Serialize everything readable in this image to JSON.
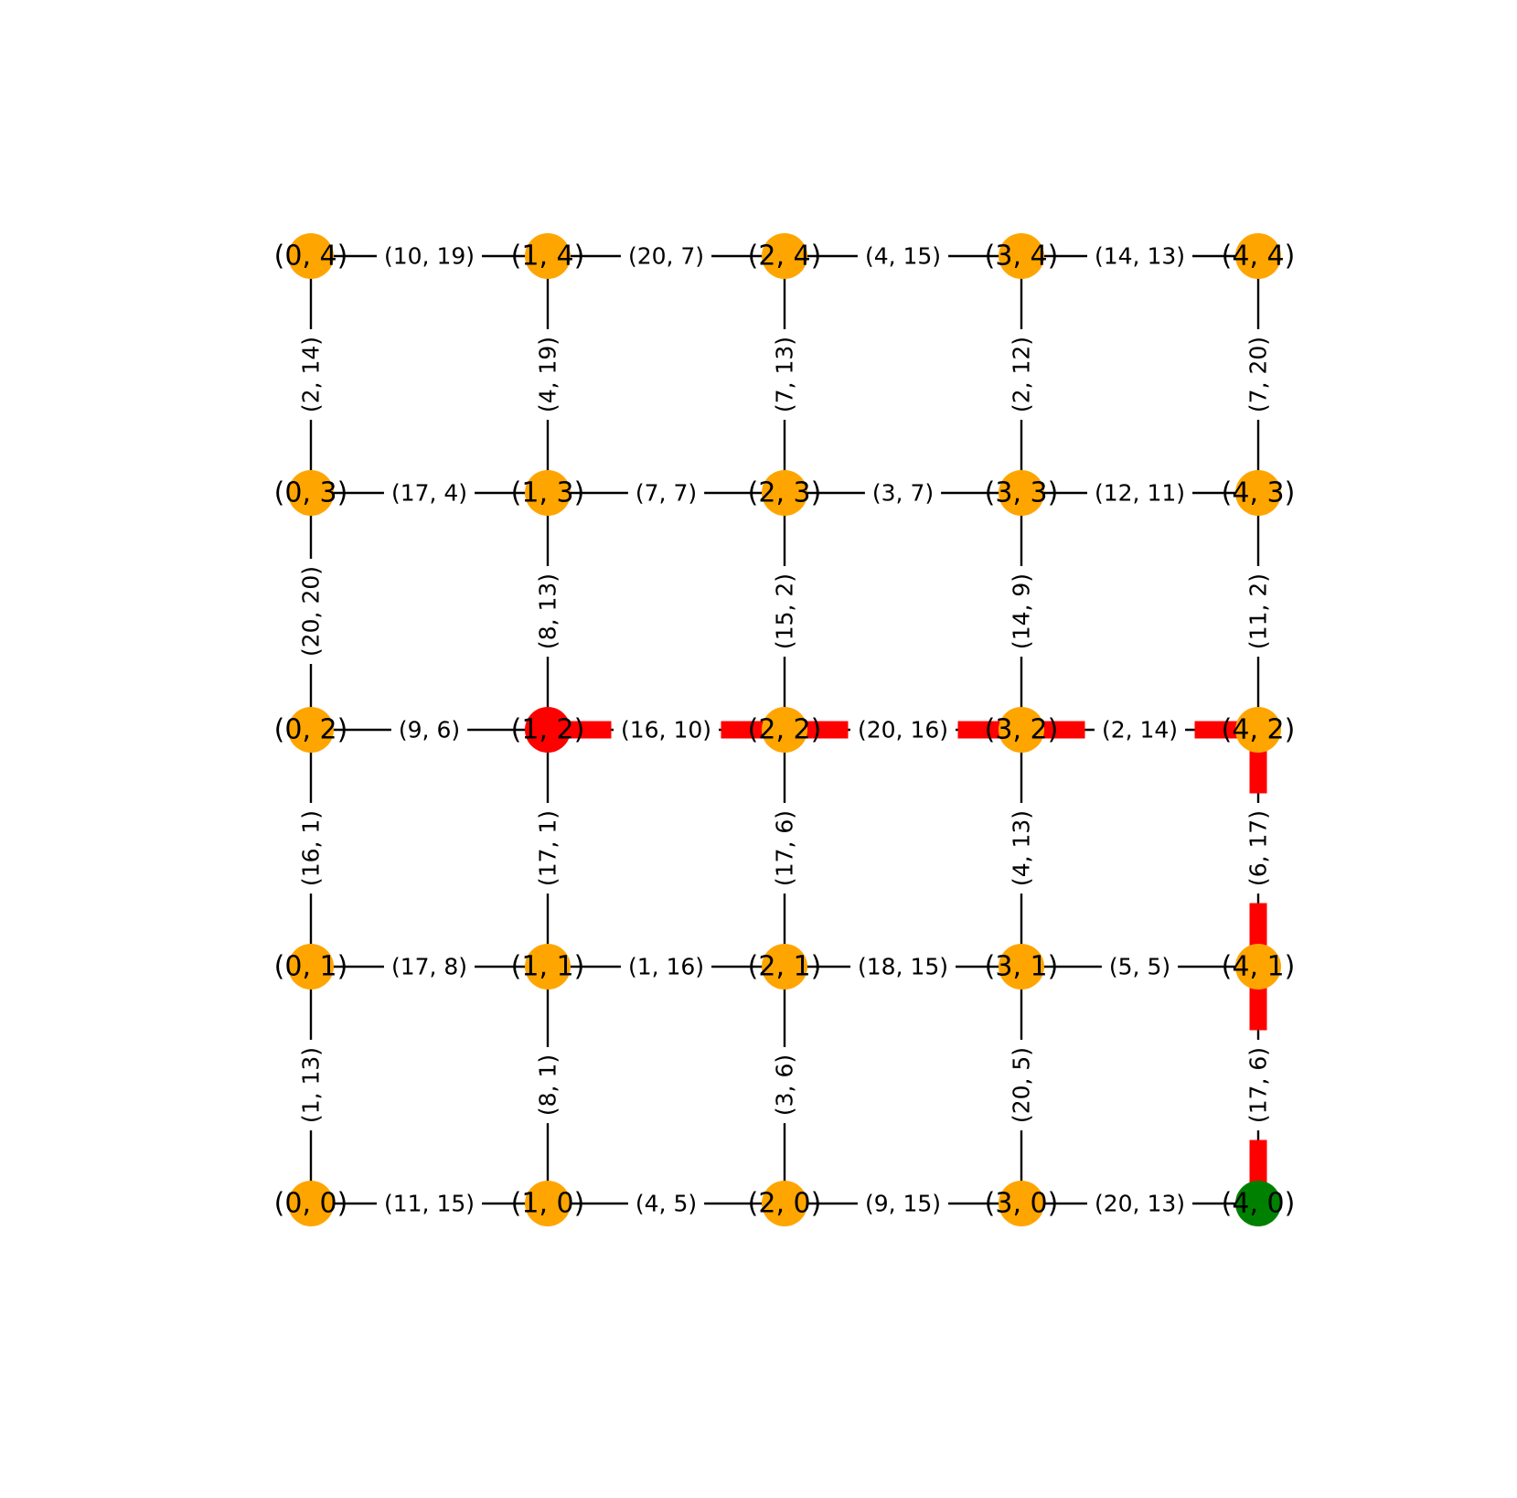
{
  "colors": {
    "node": "#FFA500",
    "start_node": "#FF0000",
    "goal_node": "#008000",
    "path": "#FF0000",
    "edge": "#000000"
  },
  "grid_size": 5,
  "nodes": [
    {
      "id": "0,0",
      "label": "(0, 0)",
      "col": 0,
      "row": 0,
      "role": "normal"
    },
    {
      "id": "1,0",
      "label": "(1, 0)",
      "col": 1,
      "row": 0,
      "role": "normal"
    },
    {
      "id": "2,0",
      "label": "(2, 0)",
      "col": 2,
      "row": 0,
      "role": "normal"
    },
    {
      "id": "3,0",
      "label": "(3, 0)",
      "col": 3,
      "row": 0,
      "role": "normal"
    },
    {
      "id": "4,0",
      "label": "(4, 0)",
      "col": 4,
      "row": 0,
      "role": "goal"
    },
    {
      "id": "0,1",
      "label": "(0, 1)",
      "col": 0,
      "row": 1,
      "role": "normal"
    },
    {
      "id": "1,1",
      "label": "(1, 1)",
      "col": 1,
      "row": 1,
      "role": "normal"
    },
    {
      "id": "2,1",
      "label": "(2, 1)",
      "col": 2,
      "row": 1,
      "role": "normal"
    },
    {
      "id": "3,1",
      "label": "(3, 1)",
      "col": 3,
      "row": 1,
      "role": "normal"
    },
    {
      "id": "4,1",
      "label": "(4, 1)",
      "col": 4,
      "row": 1,
      "role": "normal"
    },
    {
      "id": "0,2",
      "label": "(0, 2)",
      "col": 0,
      "row": 2,
      "role": "normal"
    },
    {
      "id": "1,2",
      "label": "(1, 2)",
      "col": 1,
      "row": 2,
      "role": "start"
    },
    {
      "id": "2,2",
      "label": "(2, 2)",
      "col": 2,
      "row": 2,
      "role": "normal"
    },
    {
      "id": "3,2",
      "label": "(3, 2)",
      "col": 3,
      "row": 2,
      "role": "normal"
    },
    {
      "id": "4,2",
      "label": "(4, 2)",
      "col": 4,
      "row": 2,
      "role": "normal"
    },
    {
      "id": "0,3",
      "label": "(0, 3)",
      "col": 0,
      "row": 3,
      "role": "normal"
    },
    {
      "id": "1,3",
      "label": "(1, 3)",
      "col": 1,
      "row": 3,
      "role": "normal"
    },
    {
      "id": "2,3",
      "label": "(2, 3)",
      "col": 2,
      "row": 3,
      "role": "normal"
    },
    {
      "id": "3,3",
      "label": "(3, 3)",
      "col": 3,
      "row": 3,
      "role": "normal"
    },
    {
      "id": "4,3",
      "label": "(4, 3)",
      "col": 4,
      "row": 3,
      "role": "normal"
    },
    {
      "id": "0,4",
      "label": "(0, 4)",
      "col": 0,
      "row": 4,
      "role": "normal"
    },
    {
      "id": "1,4",
      "label": "(1, 4)",
      "col": 1,
      "row": 4,
      "role": "normal"
    },
    {
      "id": "2,4",
      "label": "(2, 4)",
      "col": 2,
      "row": 4,
      "role": "normal"
    },
    {
      "id": "3,4",
      "label": "(3, 4)",
      "col": 3,
      "row": 4,
      "role": "normal"
    },
    {
      "id": "4,4",
      "label": "(4, 4)",
      "col": 4,
      "row": 4,
      "role": "normal"
    }
  ],
  "edges": [
    {
      "from": "0,0",
      "to": "1,0",
      "label": "(11, 15)"
    },
    {
      "from": "1,0",
      "to": "2,0",
      "label": "(4, 5)"
    },
    {
      "from": "2,0",
      "to": "3,0",
      "label": "(9, 15)"
    },
    {
      "from": "3,0",
      "to": "4,0",
      "label": "(20, 13)"
    },
    {
      "from": "0,1",
      "to": "1,1",
      "label": "(17, 8)"
    },
    {
      "from": "1,1",
      "to": "2,1",
      "label": "(1, 16)"
    },
    {
      "from": "2,1",
      "to": "3,1",
      "label": "(18, 15)"
    },
    {
      "from": "3,1",
      "to": "4,1",
      "label": "(5, 5)"
    },
    {
      "from": "0,2",
      "to": "1,2",
      "label": "(9, 6)"
    },
    {
      "from": "1,2",
      "to": "2,2",
      "label": "(16, 10)"
    },
    {
      "from": "2,2",
      "to": "3,2",
      "label": "(20, 16)"
    },
    {
      "from": "3,2",
      "to": "4,2",
      "label": "(2, 14)"
    },
    {
      "from": "0,3",
      "to": "1,3",
      "label": "(17, 4)"
    },
    {
      "from": "1,3",
      "to": "2,3",
      "label": "(7, 7)"
    },
    {
      "from": "2,3",
      "to": "3,3",
      "label": "(3, 7)"
    },
    {
      "from": "3,3",
      "to": "4,3",
      "label": "(12, 11)"
    },
    {
      "from": "0,4",
      "to": "1,4",
      "label": "(10, 19)"
    },
    {
      "from": "1,4",
      "to": "2,4",
      "label": "(20, 7)"
    },
    {
      "from": "2,4",
      "to": "3,4",
      "label": "(4, 15)"
    },
    {
      "from": "3,4",
      "to": "4,4",
      "label": "(14, 13)"
    },
    {
      "from": "0,0",
      "to": "0,1",
      "label": "(1, 13)"
    },
    {
      "from": "0,1",
      "to": "0,2",
      "label": "(16, 1)"
    },
    {
      "from": "0,2",
      "to": "0,3",
      "label": "(20, 20)"
    },
    {
      "from": "0,3",
      "to": "0,4",
      "label": "(2, 14)"
    },
    {
      "from": "1,0",
      "to": "1,1",
      "label": "(8, 1)"
    },
    {
      "from": "1,1",
      "to": "1,2",
      "label": "(17, 1)"
    },
    {
      "from": "1,2",
      "to": "1,3",
      "label": "(8, 13)"
    },
    {
      "from": "1,3",
      "to": "1,4",
      "label": "(4, 19)"
    },
    {
      "from": "2,0",
      "to": "2,1",
      "label": "(3, 6)"
    },
    {
      "from": "2,1",
      "to": "2,2",
      "label": "(17, 6)"
    },
    {
      "from": "2,2",
      "to": "2,3",
      "label": "(15, 2)"
    },
    {
      "from": "2,3",
      "to": "2,4",
      "label": "(7, 13)"
    },
    {
      "from": "3,0",
      "to": "3,1",
      "label": "(20, 5)"
    },
    {
      "from": "3,1",
      "to": "3,2",
      "label": "(4, 13)"
    },
    {
      "from": "3,2",
      "to": "3,3",
      "label": "(14, 9)"
    },
    {
      "from": "3,3",
      "to": "3,4",
      "label": "(2, 12)"
    },
    {
      "from": "4,0",
      "to": "4,1",
      "label": "(17, 6)"
    },
    {
      "from": "4,1",
      "to": "4,2",
      "label": "(6, 17)"
    },
    {
      "from": "4,2",
      "to": "4,3",
      "label": "(11, 2)"
    },
    {
      "from": "4,3",
      "to": "4,4",
      "label": "(7, 20)"
    }
  ],
  "path": [
    "1,2",
    "2,2",
    "3,2",
    "4,2",
    "4,1",
    "4,0"
  ]
}
